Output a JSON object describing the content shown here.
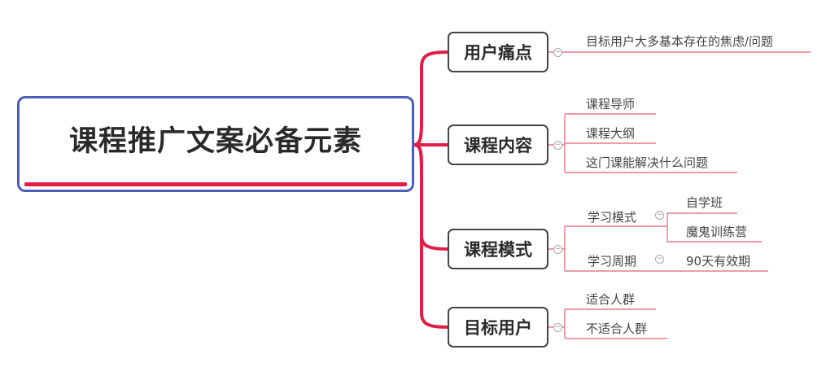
{
  "mindmap": {
    "root": {
      "label": "课程推广文案必备元素"
    },
    "branches": [
      {
        "label": "用户痛点",
        "children": [
          {
            "label": "目标用户大多基本存在的焦虑/问题"
          }
        ]
      },
      {
        "label": "课程内容",
        "children": [
          {
            "label": "课程导师"
          },
          {
            "label": "课程大纲"
          },
          {
            "label": "这门课能解决什么问题"
          }
        ]
      },
      {
        "label": "课程模式",
        "children": [
          {
            "label": "学习模式",
            "children": [
              {
                "label": "自学班"
              },
              {
                "label": "魔鬼训练营"
              }
            ]
          },
          {
            "label": "学习周期",
            "children": [
              {
                "label": "90天有效期"
              }
            ]
          }
        ]
      },
      {
        "label": "目标用户",
        "children": [
          {
            "label": "适合人群"
          },
          {
            "label": "不适合人群"
          }
        ]
      }
    ]
  },
  "colors": {
    "accent_line": "#e11d48",
    "root_border": "#4a5db8",
    "leaf_underline": "#e87a8c",
    "node_border": "#444444"
  },
  "icons": {
    "collapse": "collapse-minus-icon"
  }
}
